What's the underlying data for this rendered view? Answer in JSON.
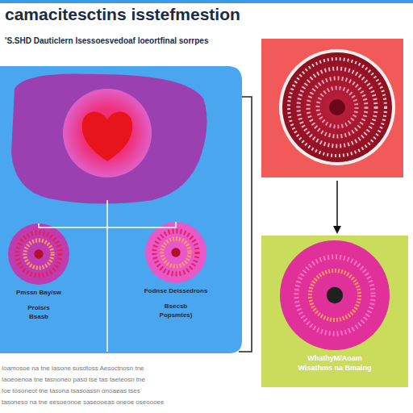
{
  "diagram": {
    "title": "camacitesctins isstefmestion",
    "nodes": [
      {
        "text": [
          "Pmssn Bay/sw",
          "Proisrs",
          "Bsasb"
        ]
      },
      {
        "text": [
          "Fodnse Deissedrons",
          "Bsecsb",
          "Popsmtes)"
        ]
      },
      {
        "text": [
          "WhathyM/Aoam",
          "Wisathms na Bmaing"
        ]
      }
    ],
    "edges": [
      {
        "from": 0,
        "to": 1,
        "arrow": "none"
      }
    ],
    "labels": [
      "'S.SHD Dauticlern Isessoesvedoaf loeortfinal sorrpes",
      "Ioamosoe na tne Iasone susdtoss Aesoctnosn tne",
      "Iaoeoenoa tne tasnoneo pasd tse tas taeteosn tne",
      "Ioe tosoneot tne tasona tsasoassn onoaeas tses",
      "tasoneso na tne eesoeonoe saseooeas oneoe oseoooee"
    ]
  }
}
